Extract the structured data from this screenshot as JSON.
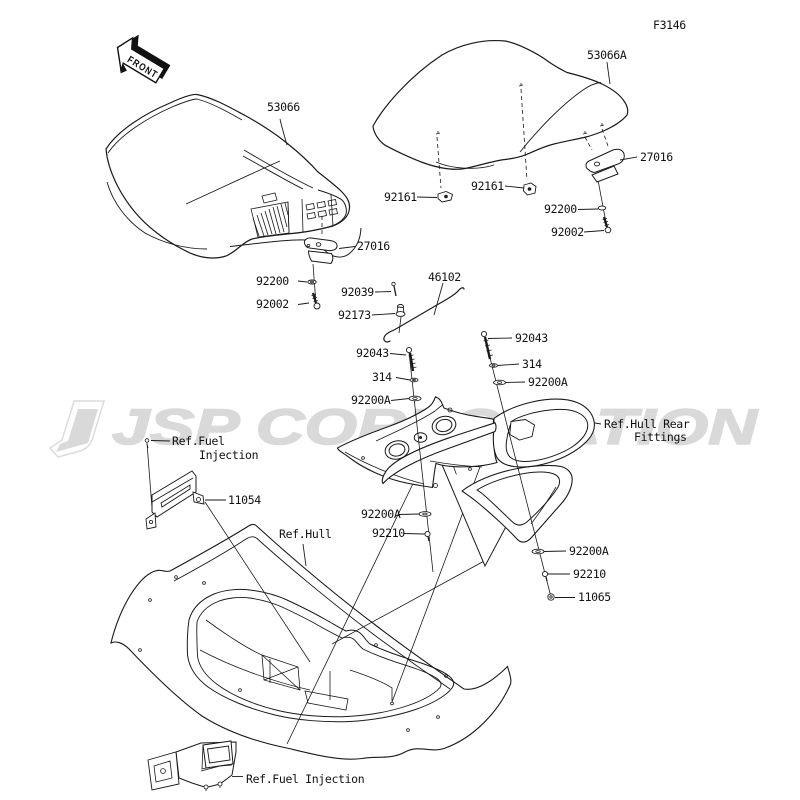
{
  "diagram": {
    "figure_code": "F3146",
    "front_marker": "FRONT",
    "watermark": "JSP CORPORATION",
    "line_color": "#1a1a1a",
    "watermark_color": "#d9d9d9",
    "background_color": "#ffffff"
  },
  "callouts": [
    {
      "id": "front-seat",
      "text": "53066"
    },
    {
      "id": "rear-seat",
      "text": "53066A"
    },
    {
      "id": "bracket-rear-27016",
      "text": "27016"
    },
    {
      "id": "hook-92161-mid",
      "text": "92161"
    },
    {
      "id": "hook-92161-left",
      "text": "92161"
    },
    {
      "id": "washer-92200-rear",
      "text": "92200"
    },
    {
      "id": "screw-92002-rear",
      "text": "92002"
    },
    {
      "id": "bracket-front-27016",
      "text": "27016"
    },
    {
      "id": "washer-92200-front",
      "text": "92200"
    },
    {
      "id": "lever-46102",
      "text": "46102"
    },
    {
      "id": "pin-92039",
      "text": "92039"
    },
    {
      "id": "screw-92002-front",
      "text": "92002"
    },
    {
      "id": "clamp-92173",
      "text": "92173"
    },
    {
      "id": "bolt-92043-right",
      "text": "92043"
    },
    {
      "id": "bolt-92043-left",
      "text": "92043"
    },
    {
      "id": "washer-314-right",
      "text": "314"
    },
    {
      "id": "washer-314-left",
      "text": "314"
    },
    {
      "id": "washer-92200a-right-top",
      "text": "92200A"
    },
    {
      "id": "washer-92200a-left-top",
      "text": "92200A"
    },
    {
      "id": "ref-fuel-upper-line1",
      "text": "Ref.Fuel"
    },
    {
      "id": "ref-fuel-upper-line2",
      "text": "Injection"
    },
    {
      "id": "ref-hull-rear-line1",
      "text": "Ref.Hull Rear"
    },
    {
      "id": "ref-hull-rear-line2",
      "text": "Fittings"
    },
    {
      "id": "bracket-11054",
      "text": "11054"
    },
    {
      "id": "ref-hull",
      "text": "Ref.Hull"
    },
    {
      "id": "washer-92200a-left-bot",
      "text": "92200A"
    },
    {
      "id": "screw-92210-left",
      "text": "92210"
    },
    {
      "id": "washer-92200a-right-bot",
      "text": "92200A"
    },
    {
      "id": "screw-92210-right",
      "text": "92210"
    },
    {
      "id": "bolt-11065",
      "text": "11065"
    },
    {
      "id": "ref-fuel-lower",
      "text": "Ref.Fuel Injection"
    }
  ]
}
